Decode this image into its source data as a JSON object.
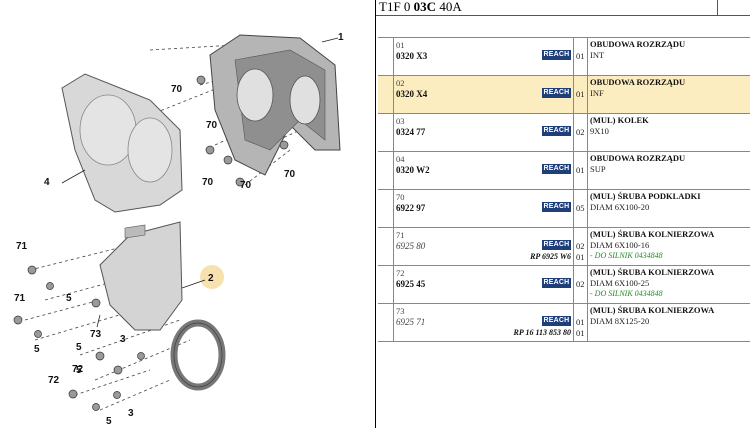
{
  "header": {
    "prefix": "T1F 0",
    "code_bold": "03C",
    "suffix": "40A"
  },
  "diagram": {
    "callouts": [
      "1",
      "2",
      "4",
      "70",
      "70",
      "70",
      "70",
      "70",
      "71",
      "71",
      "72",
      "73",
      "3",
      "3",
      "5",
      "5",
      "5",
      "5",
      "5"
    ]
  },
  "parts": [
    {
      "index": "01",
      "part_number": "0320 X3",
      "italic": false,
      "reach": "REACH",
      "alt_ref": "",
      "qty": "01",
      "qty2": "",
      "desc_title": "OBUDOWA ROZRZĄDU",
      "desc_line": "INT",
      "desc_note": "",
      "highlight": false
    },
    {
      "index": "02",
      "part_number": "0320 X4",
      "italic": false,
      "reach": "REACH",
      "alt_ref": "",
      "qty": "01",
      "qty2": "",
      "desc_title": "OBUDOWA ROZRZĄDU",
      "desc_line": "INF",
      "desc_note": "",
      "highlight": true
    },
    {
      "index": "03",
      "part_number": "0324 77",
      "italic": false,
      "reach": "REACH",
      "alt_ref": "",
      "qty": "02",
      "qty2": "",
      "desc_title": "(MUL) KOLEK",
      "desc_line": "9X10",
      "desc_note": "",
      "highlight": false
    },
    {
      "index": "04",
      "part_number": "0320 W2",
      "italic": false,
      "reach": "REACH",
      "alt_ref": "",
      "qty": "01",
      "qty2": "",
      "desc_title": "OBUDOWA ROZRZĄDU",
      "desc_line": "SUP",
      "desc_note": "",
      "highlight": false
    },
    {
      "index": "70",
      "part_number": "6922 97",
      "italic": false,
      "reach": "REACH",
      "alt_ref": "",
      "qty": "05",
      "qty2": "",
      "desc_title": "(MUL) ŚRUBA PODKLADKI",
      "desc_line": "DIAM 6X100-20",
      "desc_note": "",
      "highlight": false
    },
    {
      "index": "71",
      "part_number": "6925 80",
      "italic": true,
      "reach": "REACH",
      "alt_ref": "RP 6925 W6",
      "qty": "02",
      "qty2": "01",
      "desc_title": "(MUL) ŚRUBA KOLNIERZOWA",
      "desc_line": "DIAM 6X100-16",
      "desc_note": "- DO SILNIK 0434848",
      "highlight": false
    },
    {
      "index": "72",
      "part_number": "6925 45",
      "italic": false,
      "reach": "REACH",
      "alt_ref": "",
      "qty": "02",
      "qty2": "",
      "desc_title": "(MUL) ŚRUBA KOLNIERZOWA",
      "desc_line": "DIAM 6X100-25",
      "desc_note": "- DO SILNIK 0434848",
      "highlight": false
    },
    {
      "index": "73",
      "part_number": "6925 71",
      "italic": true,
      "reach": "REACH",
      "alt_ref": "RP 16 113 853 80",
      "qty": "01",
      "qty2": "01",
      "desc_title": "(MUL) ŚRUBA KOLNIERZOWA",
      "desc_line": "DIAM 8X125-20",
      "desc_note": "",
      "highlight": false
    }
  ]
}
